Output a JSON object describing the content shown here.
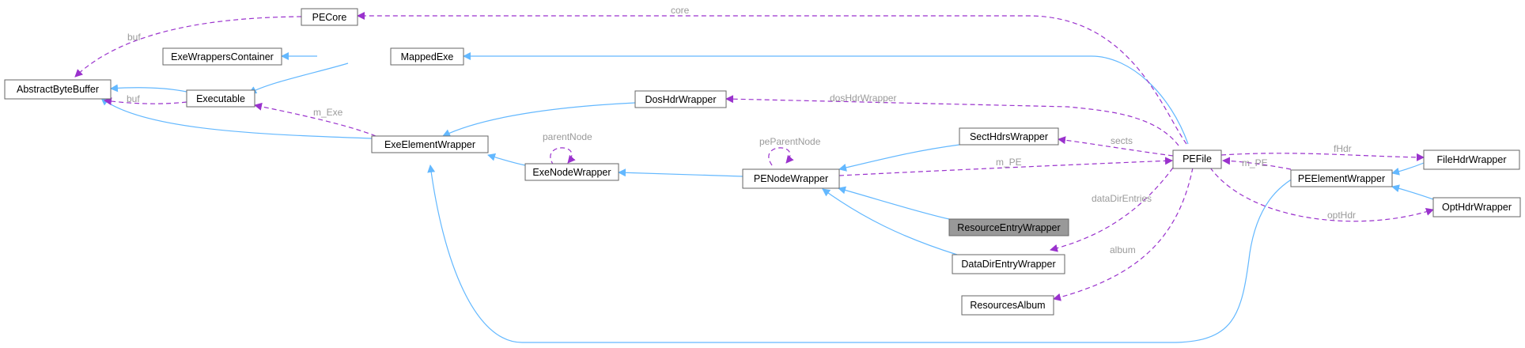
{
  "nodes": {
    "pecore": "PECore",
    "abstract_byte_buffer": "AbstractByteBuffer",
    "exe_wrappers_container": "ExeWrappersContainer",
    "mapped_exe": "MappedExe",
    "executable": "Executable",
    "dos_hdr_wrapper": "DosHdrWrapper",
    "exe_element_wrapper": "ExeElementWrapper",
    "exe_node_wrapper": "ExeNodeWrapper",
    "sect_hdrs_wrapper": "SectHdrsWrapper",
    "pe_node_wrapper": "PENodeWrapper",
    "pe_file": "PEFile",
    "file_hdr_wrapper": "FileHdrWrapper",
    "pe_element_wrapper": "PEElementWrapper",
    "resource_entry_wrapper": "ResourceEntryWrapper",
    "opt_hdr_wrapper": "OptHdrWrapper",
    "data_dir_entry_wrapper": "DataDirEntryWrapper",
    "resources_album": "ResourcesAlbum"
  },
  "edge_labels": {
    "core": "core",
    "buf_pecore": "buf",
    "buf_executable": "buf",
    "m_exe": "m_Exe",
    "parent_node": "parentNode",
    "dos_hdr_wrapper": "dosHdrWrapper",
    "pe_parent_node": "peParentNode",
    "sects": "sects",
    "m_pe_node": "m_PE",
    "f_hdr": "fHdr",
    "m_pe_element": "m_PE",
    "data_dir_entries": "dataDirEntries",
    "opt_hdr": "optHdr",
    "album": "album"
  },
  "colors": {
    "inheritance_edge": "#63b8ff",
    "usage_edge": "#9a32cd",
    "highlight_node_fill": "#999999",
    "node_border": "#666666",
    "edge_label_text": "#9a9a9a"
  }
}
